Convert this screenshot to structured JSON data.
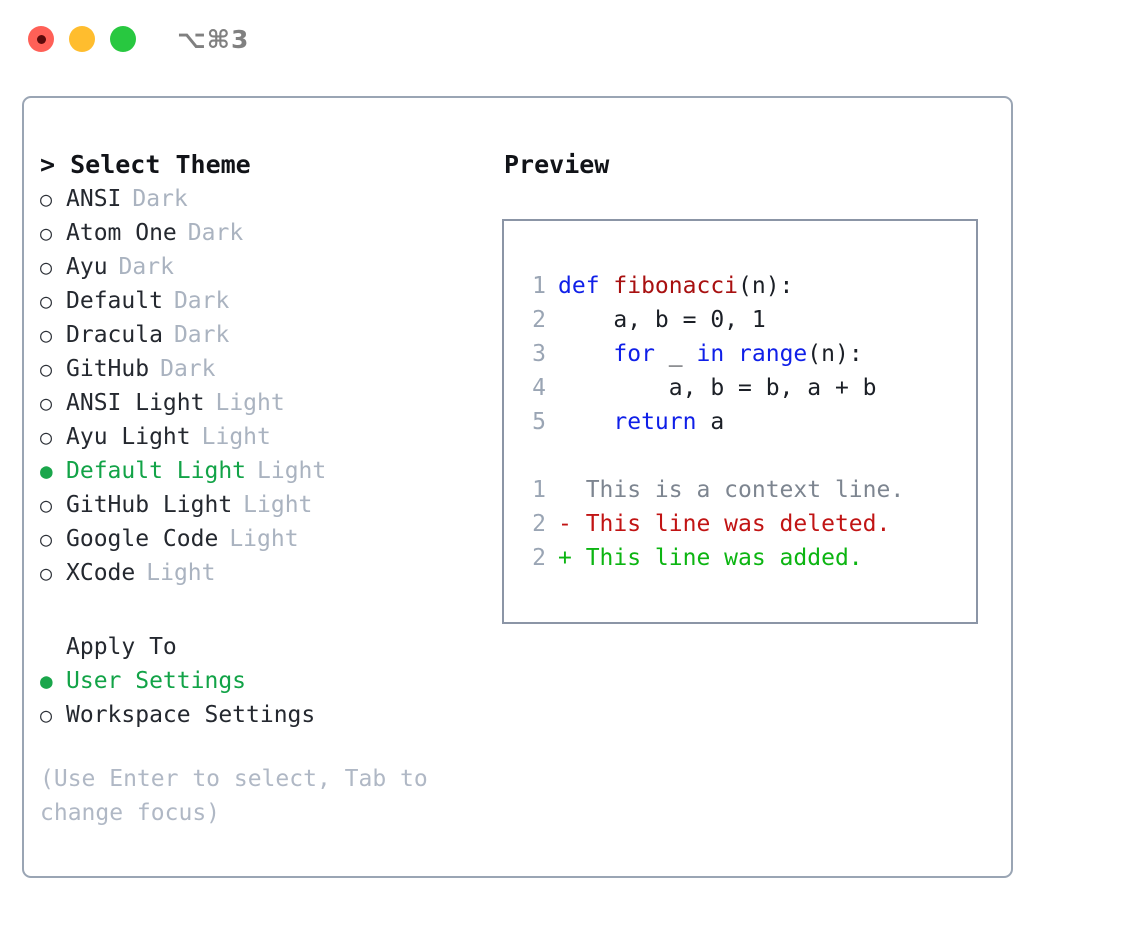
{
  "titlebar": {
    "dots": [
      {
        "name": "close-button",
        "color": "#ff6057"
      },
      {
        "name": "minimize-button",
        "color": "#ffbd2e"
      },
      {
        "name": "maximize-button",
        "color": "#28c840"
      }
    ],
    "shortcut": "⌥⌘3"
  },
  "theme_list": {
    "header": "> Select Theme",
    "items": [
      {
        "marker": "○",
        "label": "ANSI",
        "variant": "Dark",
        "selected": false
      },
      {
        "marker": "○",
        "label": "Atom One",
        "variant": "Dark",
        "selected": false
      },
      {
        "marker": "○",
        "label": "Ayu",
        "variant": "Dark",
        "selected": false
      },
      {
        "marker": "○",
        "label": "Default",
        "variant": "Dark",
        "selected": false
      },
      {
        "marker": "○",
        "label": "Dracula",
        "variant": "Dark",
        "selected": false
      },
      {
        "marker": "○",
        "label": "GitHub",
        "variant": "Dark",
        "selected": false
      },
      {
        "marker": "○",
        "label": "ANSI Light",
        "variant": "Light",
        "selected": false
      },
      {
        "marker": "○",
        "label": "Ayu Light",
        "variant": "Light",
        "selected": false
      },
      {
        "marker": "●",
        "label": "Default Light",
        "variant": "Light",
        "selected": true
      },
      {
        "marker": "○",
        "label": "GitHub Light",
        "variant": "Light",
        "selected": false
      },
      {
        "marker": "○",
        "label": "Google Code",
        "variant": "Light",
        "selected": false
      },
      {
        "marker": "○",
        "label": "XCode",
        "variant": "Light",
        "selected": false
      }
    ]
  },
  "apply_to": {
    "title": "Apply To",
    "items": [
      {
        "marker": "●",
        "label": "User Settings",
        "selected": true
      },
      {
        "marker": "○",
        "label": "Workspace Settings",
        "selected": false
      }
    ]
  },
  "hint": "(Use Enter to select, Tab to change focus)",
  "preview": {
    "title": "Preview",
    "code_lines": [
      {
        "num": "1",
        "tokens": [
          {
            "text": "def ",
            "type": "kw"
          },
          {
            "text": "fibonacci",
            "type": "fn"
          },
          {
            "text": "(n):",
            "type": "plain"
          }
        ]
      },
      {
        "num": "2",
        "tokens": [
          {
            "text": "    a, b = 0, 1",
            "type": "plain"
          }
        ]
      },
      {
        "num": "3",
        "tokens": [
          {
            "text": "    ",
            "type": "plain"
          },
          {
            "text": "for",
            "type": "kw"
          },
          {
            "text": " _ ",
            "type": "plain"
          },
          {
            "text": "in",
            "type": "kw"
          },
          {
            "text": " ",
            "type": "plain"
          },
          {
            "text": "range",
            "type": "kw"
          },
          {
            "text": "(n):",
            "type": "plain"
          }
        ]
      },
      {
        "num": "4",
        "tokens": [
          {
            "text": "        a, b = b, a + b",
            "type": "plain"
          }
        ]
      },
      {
        "num": "5",
        "tokens": [
          {
            "text": "    ",
            "type": "plain"
          },
          {
            "text": "return",
            "type": "kw"
          },
          {
            "text": " a",
            "type": "plain"
          }
        ]
      }
    ],
    "diff_lines": [
      {
        "num": "1",
        "tokens": [
          {
            "text": "  This is a context line.",
            "type": "ctx"
          }
        ]
      },
      {
        "num": "2",
        "tokens": [
          {
            "text": "- This line was deleted.",
            "type": "del"
          }
        ]
      },
      {
        "num": "2",
        "tokens": [
          {
            "text": "+ This line was added.",
            "type": "add"
          }
        ]
      }
    ]
  },
  "colors": {
    "accent_green": "#12a347",
    "muted": "#aab3c0",
    "keyword": "#0f1fe8",
    "function": "#a81010",
    "diff_delete": "#c11414",
    "diff_add": "#0cb512",
    "border": "#9aa5b4"
  }
}
